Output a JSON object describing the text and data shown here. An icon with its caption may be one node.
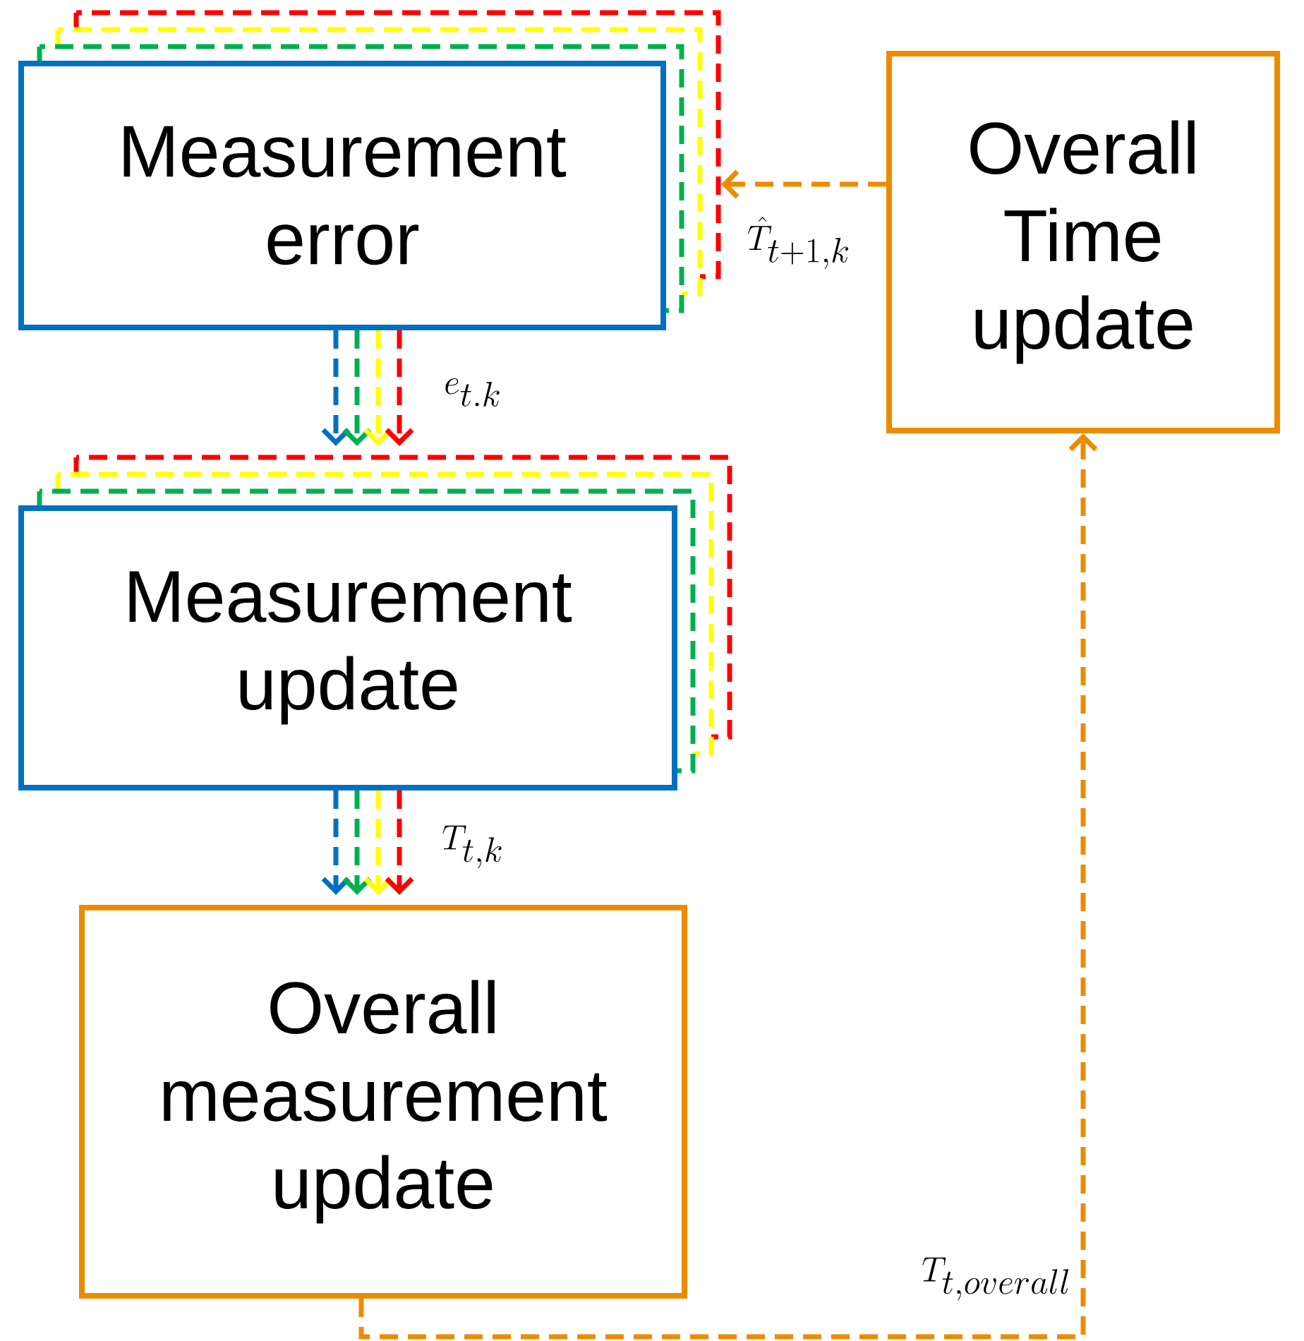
{
  "diagram": {
    "nodes": [
      {
        "text": [
          "Measurement error"
        ]
      },
      {
        "text": [
          "Overall Time update"
        ]
      },
      {
        "text": [
          "Measurement update"
        ]
      },
      {
        "text": [
          "Overall measurement update"
        ]
      }
    ],
    "edges": [
      {
        "from": 1,
        "to": 0,
        "arrow": "to",
        "style": "dashed",
        "color": "#ed8b00",
        "label": "\\hat{T}_{t+1,k}"
      },
      {
        "from": 0,
        "to": 2,
        "arrow": "to",
        "style": "dashed",
        "color": "#0070c0"
      },
      {
        "from": 0,
        "to": 2,
        "arrow": "to",
        "style": "dashed",
        "color": "#00b050"
      },
      {
        "from": 0,
        "to": 2,
        "arrow": "to",
        "style": "dashed",
        "color": "#ffff00"
      },
      {
        "from": 0,
        "to": 2,
        "arrow": "to",
        "style": "dashed",
        "color": "#ff0000",
        "label": "e_{t.k}"
      },
      {
        "from": 2,
        "to": 3,
        "arrow": "to",
        "style": "dashed",
        "color": "#0070c0"
      },
      {
        "from": 2,
        "to": 3,
        "arrow": "to",
        "style": "dashed",
        "color": "#00b050"
      },
      {
        "from": 2,
        "to": 3,
        "arrow": "to",
        "style": "dashed",
        "color": "#ffff00"
      },
      {
        "from": 2,
        "to": 3,
        "arrow": "to",
        "style": "dashed",
        "color": "#ff0000",
        "label": "T_{t,k}"
      },
      {
        "from": 3,
        "to": 1,
        "arrow": "to",
        "style": "dashed",
        "color": "#ed8b00",
        "label": "T_{t,overall}"
      }
    ]
  }
}
